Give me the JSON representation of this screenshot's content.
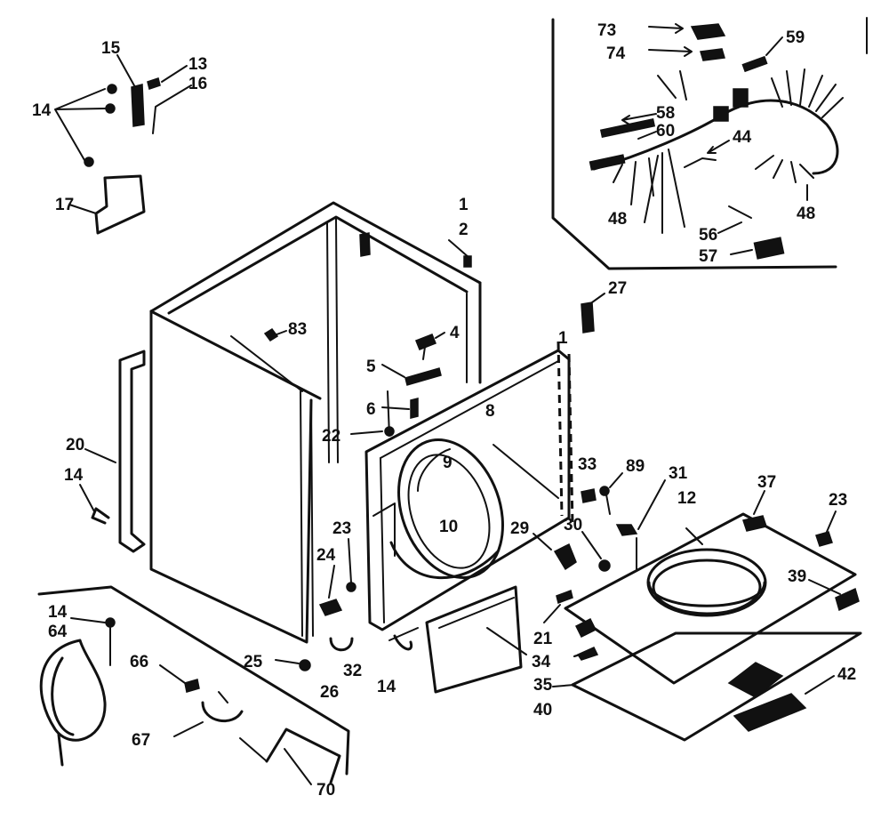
{
  "diagram": {
    "labels": [
      {
        "id": "73",
        "text": "73"
      },
      {
        "id": "74",
        "text": "74"
      },
      {
        "id": "59",
        "text": "59"
      },
      {
        "id": "58",
        "text": "58"
      },
      {
        "id": "60",
        "text": "60"
      },
      {
        "id": "44",
        "text": "44"
      },
      {
        "id": "48a",
        "text": "48"
      },
      {
        "id": "48b",
        "text": "48"
      },
      {
        "id": "56",
        "text": "56"
      },
      {
        "id": "57",
        "text": "57"
      },
      {
        "id": "15",
        "text": "15"
      },
      {
        "id": "13",
        "text": "13"
      },
      {
        "id": "16",
        "text": "16"
      },
      {
        "id": "14a",
        "text": "14"
      },
      {
        "id": "17",
        "text": "17"
      },
      {
        "id": "1a",
        "text": "1"
      },
      {
        "id": "2",
        "text": "2"
      },
      {
        "id": "27",
        "text": "27"
      },
      {
        "id": "83",
        "text": "83"
      },
      {
        "id": "4",
        "text": "4"
      },
      {
        "id": "1b",
        "text": "1"
      },
      {
        "id": "5",
        "text": "5"
      },
      {
        "id": "6",
        "text": "6"
      },
      {
        "id": "8",
        "text": "8"
      },
      {
        "id": "22",
        "text": "22"
      },
      {
        "id": "9",
        "text": "9"
      },
      {
        "id": "20",
        "text": "20"
      },
      {
        "id": "14b",
        "text": "14"
      },
      {
        "id": "10",
        "text": "10"
      },
      {
        "id": "33",
        "text": "33"
      },
      {
        "id": "89",
        "text": "89"
      },
      {
        "id": "31",
        "text": "31"
      },
      {
        "id": "37",
        "text": "37"
      },
      {
        "id": "12",
        "text": "12"
      },
      {
        "id": "23a",
        "text": "23"
      },
      {
        "id": "29",
        "text": "29"
      },
      {
        "id": "30",
        "text": "30"
      },
      {
        "id": "23b",
        "text": "23"
      },
      {
        "id": "24",
        "text": "24"
      },
      {
        "id": "39",
        "text": "39"
      },
      {
        "id": "14c",
        "text": "14"
      },
      {
        "id": "64",
        "text": "64"
      },
      {
        "id": "21",
        "text": "21"
      },
      {
        "id": "66",
        "text": "66"
      },
      {
        "id": "25",
        "text": "25"
      },
      {
        "id": "32",
        "text": "32"
      },
      {
        "id": "14d",
        "text": "14"
      },
      {
        "id": "34",
        "text": "34"
      },
      {
        "id": "42",
        "text": "42"
      },
      {
        "id": "26",
        "text": "26"
      },
      {
        "id": "35",
        "text": "35"
      },
      {
        "id": "40",
        "text": "40"
      },
      {
        "id": "67",
        "text": "67"
      },
      {
        "id": "70",
        "text": "70"
      }
    ]
  }
}
